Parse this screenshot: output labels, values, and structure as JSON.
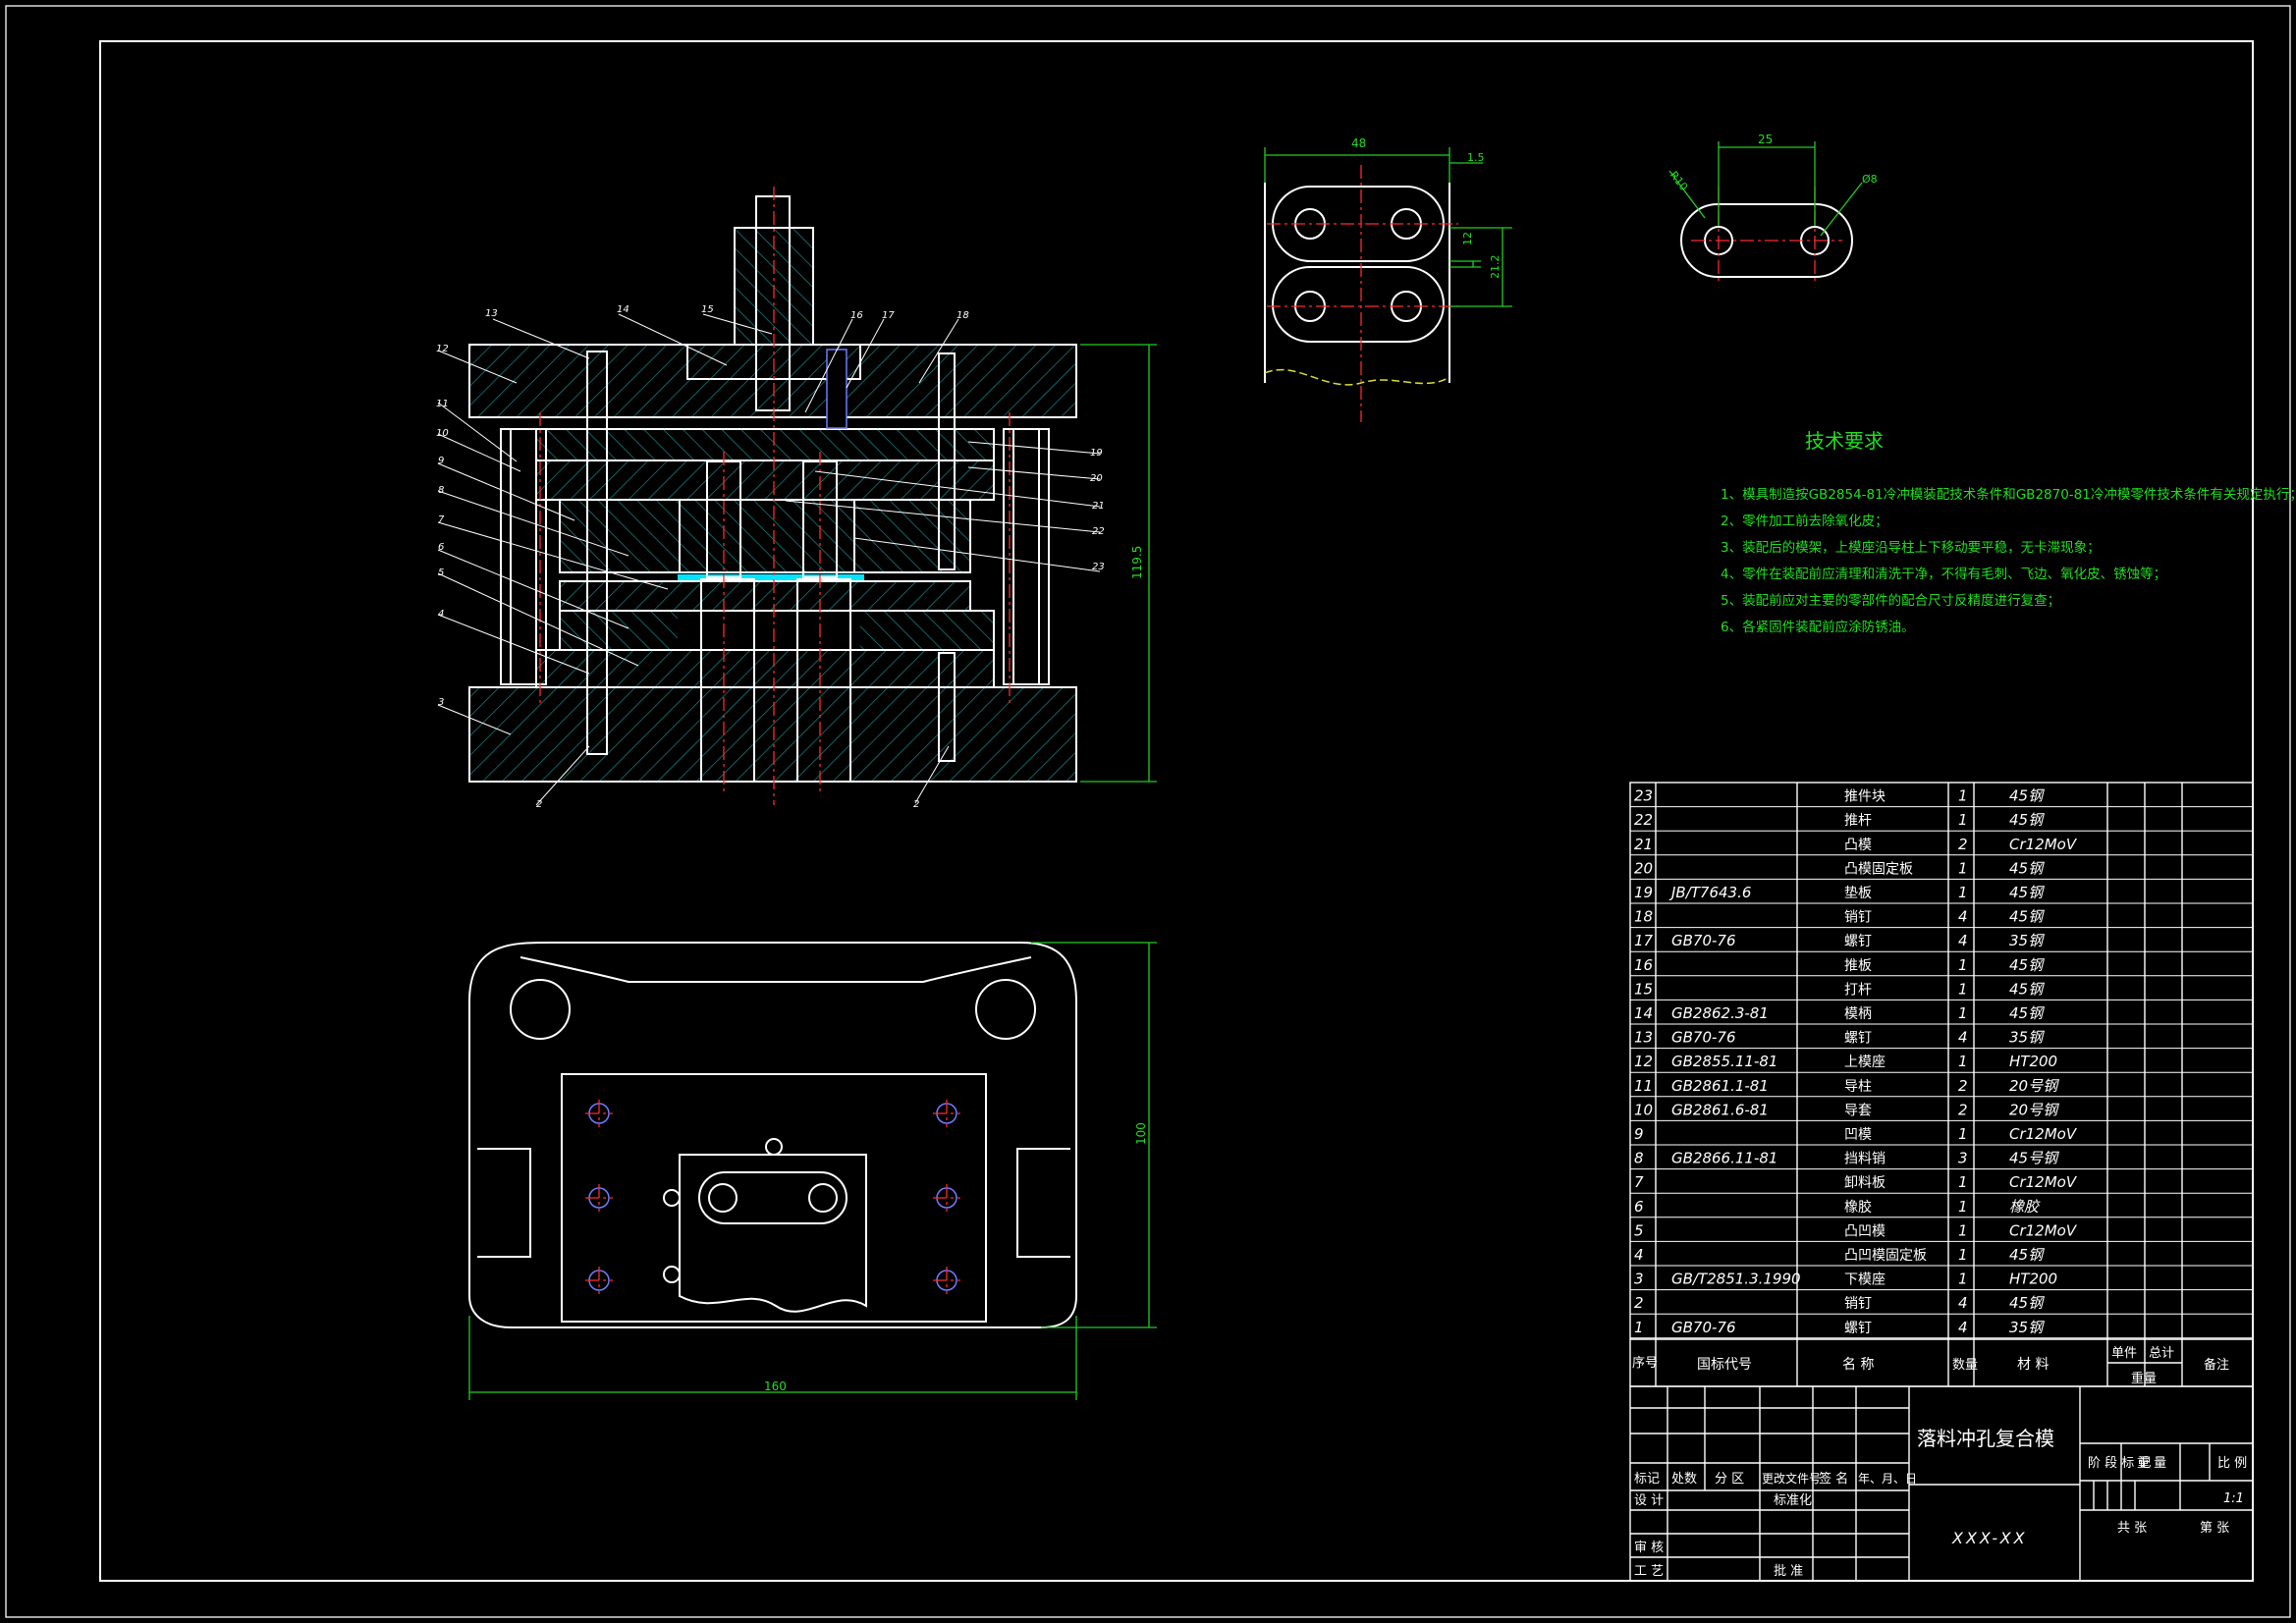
{
  "title_block": {
    "drawing_name": "落料冲孔复合模",
    "drawing_number": "XXX-XX",
    "scale": "1:1",
    "labels": {
      "mark": "标记",
      "count": "处数",
      "zone": "分 区",
      "change_doc": "更改文件号",
      "sign": "签 名",
      "date": "年、月、日",
      "design": "设 计",
      "standardize": "标准化",
      "review": "审 核",
      "process": "工 艺",
      "approve": "批 准",
      "stage_mark": "阶 段 标 记",
      "weight": "重 量",
      "ratio": "比 例",
      "sheets_total": "共  张",
      "sheet_no": "第 张"
    }
  },
  "bom": {
    "header": {
      "seq": "序号",
      "std": "国标代号",
      "name": "名  称",
      "qty": "数量",
      "material": "材  料",
      "unit": "单件",
      "total": "总计",
      "weight": "重量",
      "remark": "备注"
    },
    "rows": [
      {
        "no": "23",
        "std": "",
        "name": "推件块",
        "qty": "1",
        "mat": "45钢"
      },
      {
        "no": "22",
        "std": "",
        "name": "推杆",
        "qty": "1",
        "mat": "45钢"
      },
      {
        "no": "21",
        "std": "",
        "name": "凸模",
        "qty": "2",
        "mat": "Cr12MoV"
      },
      {
        "no": "20",
        "std": "",
        "name": "凸模固定板",
        "qty": "1",
        "mat": "45钢"
      },
      {
        "no": "19",
        "std": "JB/T7643.6",
        "name": "垫板",
        "qty": "1",
        "mat": "45钢"
      },
      {
        "no": "18",
        "std": "",
        "name": "销钉",
        "qty": "4",
        "mat": "45钢"
      },
      {
        "no": "17",
        "std": "GB70-76",
        "name": "螺钉",
        "qty": "4",
        "mat": "35钢"
      },
      {
        "no": "16",
        "std": "",
        "name": "推板",
        "qty": "1",
        "mat": "45钢"
      },
      {
        "no": "15",
        "std": "",
        "name": "打杆",
        "qty": "1",
        "mat": "45钢"
      },
      {
        "no": "14",
        "std": "GB2862.3-81",
        "name": "模柄",
        "qty": "1",
        "mat": "45钢"
      },
      {
        "no": "13",
        "std": "GB70-76",
        "name": "螺钉",
        "qty": "4",
        "mat": "35钢"
      },
      {
        "no": "12",
        "std": "GB2855.11-81",
        "name": "上模座",
        "qty": "1",
        "mat": "HT200"
      },
      {
        "no": "11",
        "std": "GB2861.1-81",
        "name": "导柱",
        "qty": "2",
        "mat": "20号钢"
      },
      {
        "no": "10",
        "std": "GB2861.6-81",
        "name": "导套",
        "qty": "2",
        "mat": "20号钢"
      },
      {
        "no": "9",
        "std": "",
        "name": "凹模",
        "qty": "1",
        "mat": "Cr12MoV"
      },
      {
        "no": "8",
        "std": "GB2866.11-81",
        "name": "挡料销",
        "qty": "3",
        "mat": "45号钢"
      },
      {
        "no": "7",
        "std": "",
        "name": "卸料板",
        "qty": "1",
        "mat": "Cr12MoV"
      },
      {
        "no": "6",
        "std": "",
        "name": "橡胶",
        "qty": "1",
        "mat": "橡胶"
      },
      {
        "no": "5",
        "std": "",
        "name": "凸凹模",
        "qty": "1",
        "mat": "Cr12MoV"
      },
      {
        "no": "4",
        "std": "",
        "name": "凸凹模固定板",
        "qty": "1",
        "mat": "45钢"
      },
      {
        "no": "3",
        "std": "GB/T2851.3.1990",
        "name": "下模座",
        "qty": "1",
        "mat": "HT200"
      },
      {
        "no": "2",
        "std": "",
        "name": "销钉",
        "qty": "4",
        "mat": "45钢"
      },
      {
        "no": "1",
        "std": "GB70-76",
        "name": "螺钉",
        "qty": "4",
        "mat": "35钢"
      }
    ]
  },
  "tech_requirements": {
    "title": "技术要求",
    "items": [
      "1、模具制造按GB2854-81冷冲模装配技术条件和GB2870-81冷冲模零件技术条件有关规定执行；",
      "2、零件加工前去除氧化皮；",
      "3、装配后的模架，上模座沿导柱上下移动要平稳，无卡滞现象；",
      "4、零件在装配前应清理和清洗干净，不得有毛刺、飞边、氧化皮、锈蚀等；",
      "5、装配前应对主要的零部件的配合尺寸反精度进行复查；",
      "6、各紧固件装配前应涂防锈油。"
    ]
  },
  "section_view": {
    "balloons_left": [
      "13",
      "12",
      "11",
      "10",
      "9",
      "8",
      "7",
      "6",
      "5",
      "4",
      "3",
      "2"
    ],
    "balloons_top": [
      "14",
      "15",
      "16",
      "17",
      "18"
    ],
    "balloons_right": [
      "19",
      "20",
      "21",
      "22",
      "23"
    ],
    "balloon_bottom_right": "2",
    "dim_height": "119.5"
  },
  "strip_layout": {
    "dim_width": "48",
    "dim_gap": "1.5",
    "dim_pitch": "12",
    "dim_step": "21.2"
  },
  "part_view": {
    "dim_center": "25",
    "dim_radius": "R10",
    "dim_hole": "Ø8"
  },
  "plan_view": {
    "dim_width": "160",
    "dim_height": "100"
  },
  "colors": {
    "background": "#000000",
    "lines": "#ffffff",
    "dimensions": "#22cc22",
    "centerlines": "#ff2a2a",
    "hatch": "#1a8a8a",
    "strip_material": "#00e5ff"
  }
}
